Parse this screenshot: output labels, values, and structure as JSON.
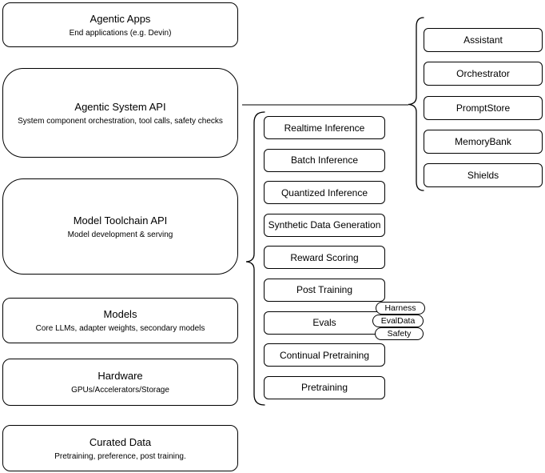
{
  "diagram": {
    "left_stack": [
      {
        "title": "Agentic Apps",
        "subtitle": "End applications (e.g. Devin)"
      },
      {
        "title": "Agentic System API",
        "subtitle": "System component orchestration, tool calls, safety checks"
      },
      {
        "title": "Model Toolchain API",
        "subtitle": "Model development & serving"
      },
      {
        "title": "Models",
        "subtitle": "Core LLMs, adapter weights, secondary models"
      },
      {
        "title": "Hardware",
        "subtitle": "GPUs/Accelerators/Storage"
      },
      {
        "title": "Curated Data",
        "subtitle": "Pretraining, preference, post training."
      }
    ],
    "toolchain_group": [
      "Realtime Inference",
      "Batch Inference",
      "Quantized Inference",
      "Synthetic Data Generation",
      "Reward Scoring",
      "Post Training",
      "Evals",
      "Continual Pretraining",
      "Pretraining"
    ],
    "eval_tags": [
      "Harness",
      "EvalData",
      "Safety"
    ],
    "system_group": [
      "Assistant",
      "Orchestrator",
      "PromptStore",
      "MemoryBank",
      "Shields"
    ],
    "colors": {
      "stroke": "#000000",
      "fill": "#ffffff",
      "background": "#ffffff",
      "connector": "#303030"
    }
  }
}
